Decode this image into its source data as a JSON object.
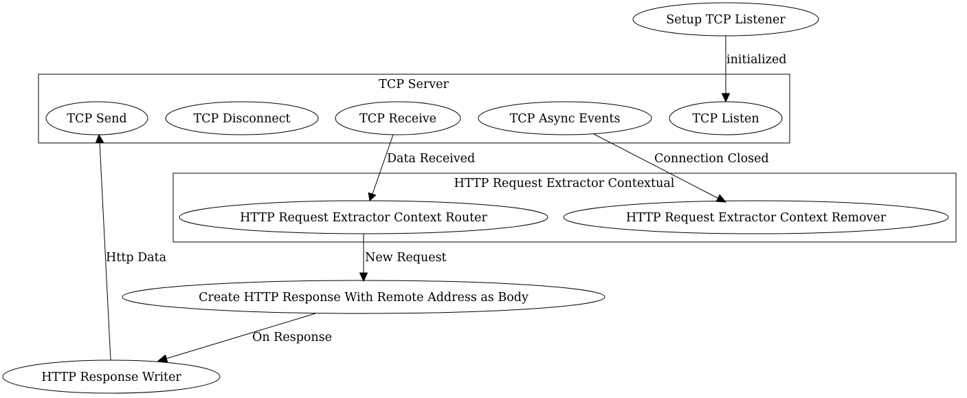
{
  "clusters": {
    "tcp_server": "TCP Server",
    "http_extractor": "HTTP Request Extractor Contextual"
  },
  "nodes": {
    "setup_listener": "Setup TCP Listener",
    "tcp_send": "TCP Send",
    "tcp_disconnect": "TCP Disconnect",
    "tcp_receive": "TCP Receive",
    "tcp_async_events": "TCP Async Events",
    "tcp_listen": "TCP Listen",
    "context_router": "HTTP Request Extractor Context Router",
    "context_remover": "HTTP Request Extractor Context Remover",
    "create_response": "Create HTTP Response With Remote Address as Body",
    "response_writer": "HTTP Response Writer"
  },
  "edges": {
    "initialized": "initialized",
    "data_received": "Data Received",
    "connection_closed": "Connection Closed",
    "new_request": "New Request",
    "on_response": "On Response",
    "http_data": "Http Data"
  }
}
